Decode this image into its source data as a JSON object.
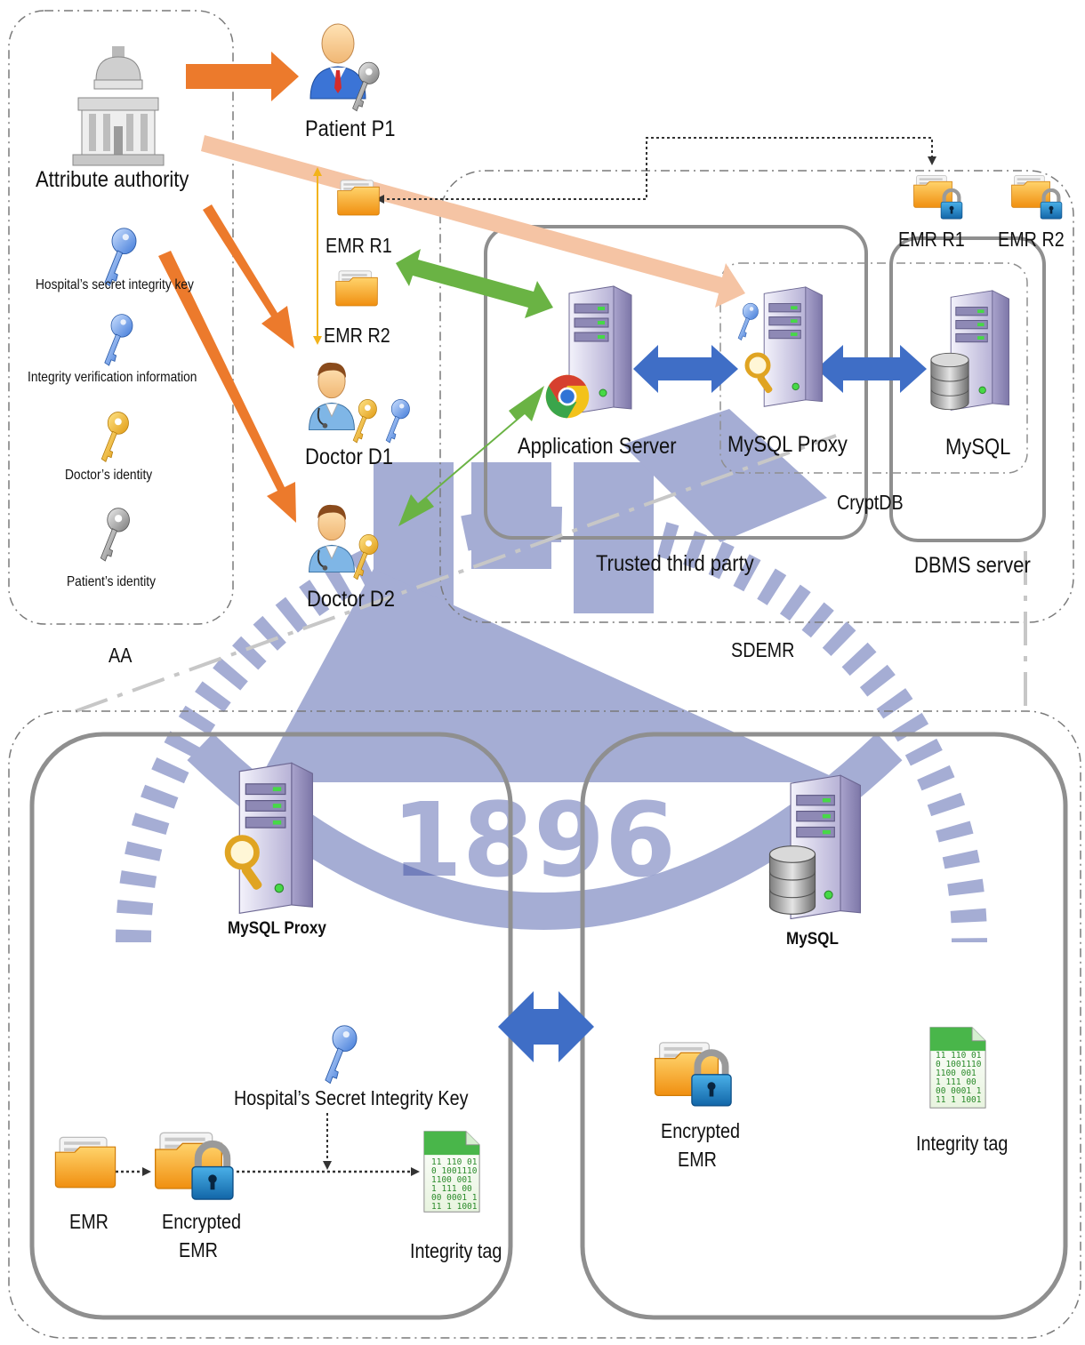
{
  "watermark": {
    "text": "1896",
    "color": "#2a3d9a"
  },
  "colors": {
    "orange_arrow": "#ec7a2c",
    "peach_arrow": "#f5c4a4",
    "green_arrow": "#6ab344",
    "blue_arrow": "#3f6ec6",
    "folder": "#f6a928",
    "server": "#d8d4ea",
    "yellow_line": "#f2b31b"
  },
  "top": {
    "attribute_authority": "Attribute authority",
    "patient_p1": "Patient P1",
    "emr_r1": "EMR R1",
    "emr_r2": "EMR R2",
    "doctor_d1": "Doctor D1",
    "doctor_d2": "Doctor D2",
    "keys": {
      "hospital_secret_key": "Hospital’s secret integrity key",
      "integrity_info": "Integrity verification information",
      "doctor_identity": "Doctor’s  identity",
      "patient_identity": "Patient’s identity"
    },
    "aa_label": "AA",
    "application_server": "Application Server",
    "mysql_proxy": "MySQL Proxy",
    "mysql": "MySQL",
    "cryptdb": "CryptDB",
    "trusted_third_party": "Trusted third party",
    "dbms_server": "DBMS server",
    "sdemr": "SDEMR",
    "db_emr_r1": "EMR R1",
    "db_emr_r2": "EMR R2"
  },
  "bottom": {
    "mysql_proxy": "MySQL Proxy",
    "mysql": "MySQL",
    "hospital_secret_key": "Hospital’s Secret Integrity Key",
    "emr": "EMR",
    "encrypted_emr_left_1": "Encrypted",
    "encrypted_emr_left_2": "EMR",
    "integrity_tag_left": "Integrity tag",
    "encrypted_emr_right_1": "Encrypted",
    "encrypted_emr_right_2": "EMR",
    "integrity_tag_right": "Integrity tag",
    "binary_lines": [
      "11 110  01",
      "0 1001110",
      "1100  001",
      "1 111  00",
      "00 0001 1",
      "11 1 1001"
    ]
  }
}
